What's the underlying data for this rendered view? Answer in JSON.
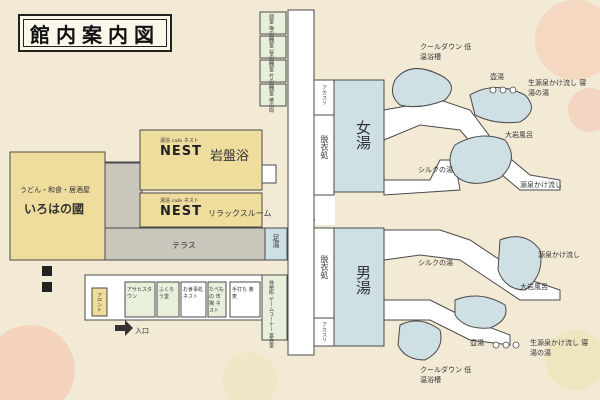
{
  "title": "館内案内図",
  "areas": {
    "iroha": {
      "sub": "うどん・和食・居酒屋",
      "name": "いろはの國"
    },
    "ganbanyoku": {
      "brand_top": "湯浴 cafe ネスト",
      "brand": "NEST",
      "name": "岩盤浴"
    },
    "relax": {
      "brand_top": "湯浴 cafe ネスト",
      "brand": "NEST",
      "name": "リラックスルーム"
    },
    "terrace": "テラス",
    "ashiyu": "足湯",
    "women_bath": "女湯",
    "men_bath": "男湯",
    "women_dressing": "脱衣処",
    "men_dressing": "脱衣処",
    "aka_top": "アカスリ",
    "aka_bottom": "アカスリ",
    "private_rooms": [
      "個室 梅の間",
      "個室 桜の間",
      "個室 竹の間",
      "個室 椿の間"
    ],
    "entrance": "入口",
    "front": "フロント",
    "shops": [
      "アサヒスタウン",
      "ふくろう堂",
      "お食事処 ネスト",
      "たべもの 市場 ネスト",
      "手打ち 蕎麦",
      "休憩所 ゲームコーナー 宴会室"
    ],
    "women_outdoor": {
      "cool": "クールダウン 低温浴槽",
      "tsubo": "壺湯",
      "source_stream": "生源泉かけ流し 寝湯の湯",
      "big_rock": "大岩風呂",
      "silk": "シルクの湯",
      "flow": "源泉かけ流し"
    },
    "men_outdoor": {
      "cool": "クールダウン 低温浴槽",
      "tsubo": "壺湯",
      "source_stream": "生源泉かけ流し 寝湯の湯",
      "big_rock": "大岩風呂",
      "silk": "シルクの湯",
      "flow": "源泉かけ流し"
    }
  },
  "colors": {
    "background": "#f3ead6",
    "bath_blue": "#cfe0e4",
    "gold": "#eedd9c",
    "olive": "#6d7a36",
    "gray": "#c9c6bc",
    "outline": "#4a4a4a"
  }
}
